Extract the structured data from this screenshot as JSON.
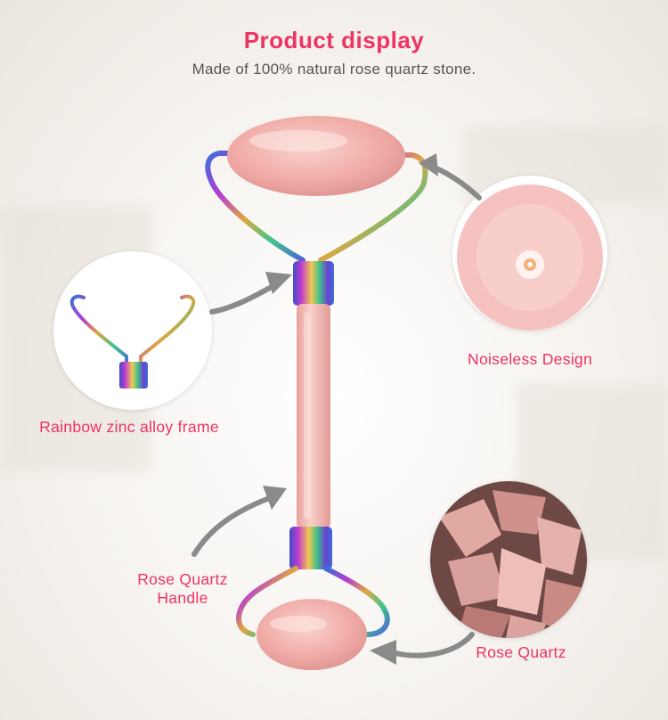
{
  "header": {
    "title": "Product display",
    "subtitle": "Made of 100% natural rose quartz stone."
  },
  "callouts": {
    "frame": "Rainbow zinc alloy frame",
    "noiseless": "Noiseless Design",
    "handle_line1": "Rose Quartz",
    "handle_line2": "Handle",
    "stone": "Rose Quartz"
  },
  "colors": {
    "accent": "#ee3361",
    "subtitle": "#555555",
    "rose_quartz": "#f2b3ad",
    "arrow": "#8a8a8a"
  }
}
